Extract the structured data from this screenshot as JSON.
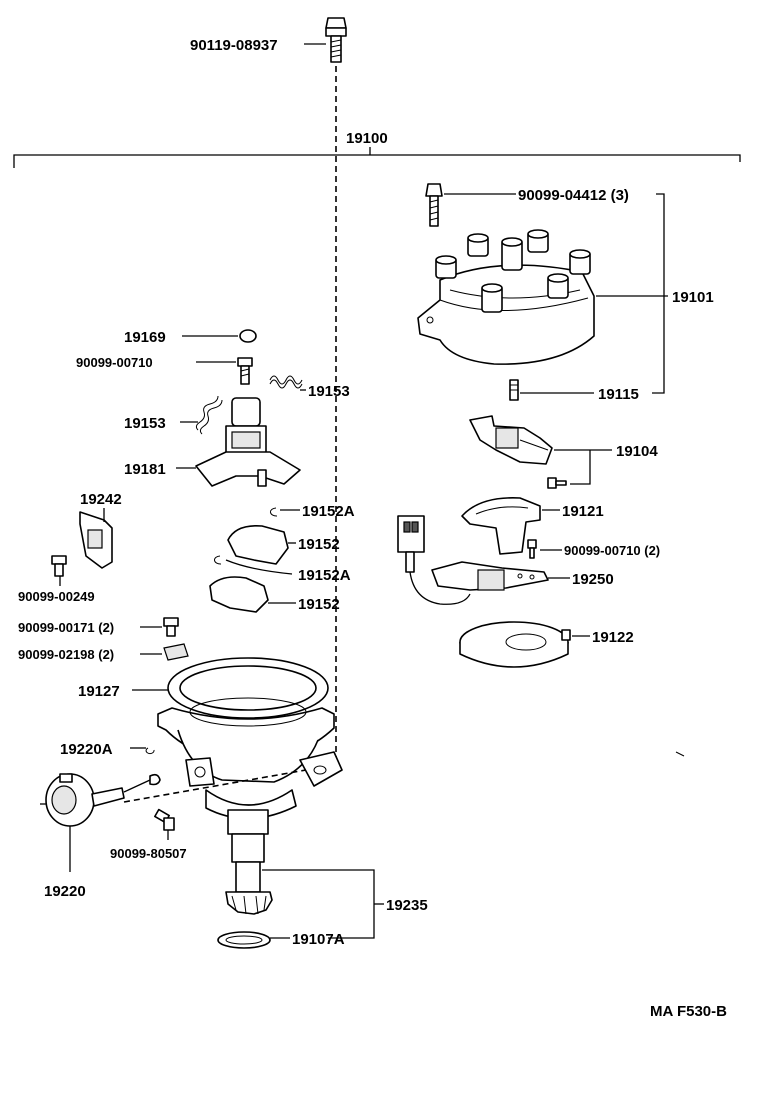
{
  "labels": {
    "bolt_top": "90119-08937",
    "assembly": "19100",
    "cap_screw": "90099-04412 (3)",
    "cap": "19101",
    "felt": "19169",
    "screw_governor": "90099-00710",
    "spring_right": "19153",
    "spring_left": "19153",
    "governor": "19181",
    "carbon": "19115",
    "rotor": "19104",
    "clip_1": "19152A",
    "weight_1": "19152",
    "clip_2": "19152A",
    "weight_2": "19152",
    "bracket": "19242",
    "bracket_screw": "90099-00249",
    "screw_00171": "90099-00171 (2)",
    "plate_02198": "90099-02198 (2)",
    "housing": "19127",
    "vacuum_clip": "19220A",
    "vacuum_screw": "90099-80507",
    "vacuum_advancer": "19220",
    "coil": "19121",
    "coil_screw": "90099-00710 (2)",
    "signal_gen": "19250",
    "breaker_plate": "19122",
    "shaft": "19235",
    "oring": "19107A",
    "footer": "MA  F530-B"
  }
}
